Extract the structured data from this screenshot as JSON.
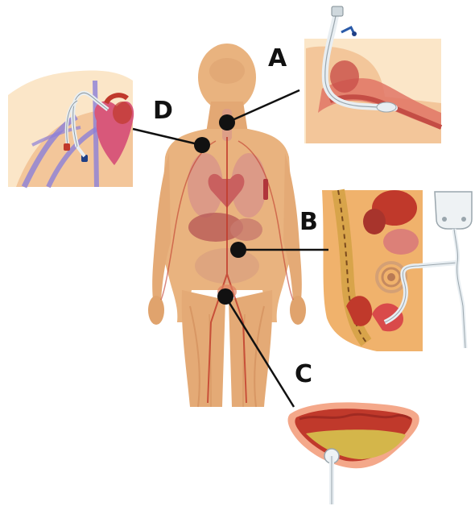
{
  "labels": {
    "a": "A",
    "b": "B",
    "c": "C",
    "d": "D"
  },
  "colors": {
    "skin": "#e9b37f",
    "skin_dark": "#d9955e",
    "organ": "#c9605f",
    "blood": "#c0392b",
    "vein": "#8b7fd8",
    "line": "#111111",
    "tube": "#e8eef2",
    "panel_bg": "#fbe6c8"
  },
  "icons": {
    "a": "endotracheal-tube-icon",
    "b": "peritoneal-dialysis-catheter-icon",
    "c": "urinary-bladder-catheter-icon",
    "d": "central-venous-catheter-icon"
  }
}
